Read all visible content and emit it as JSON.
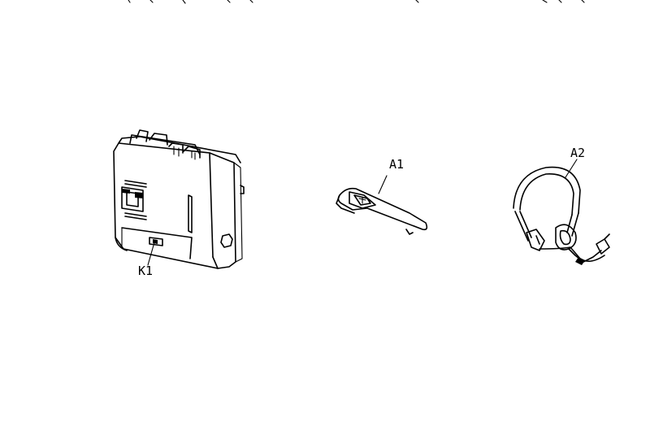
{
  "parts": [
    {
      "id": "cassette-player",
      "label": "K1"
    },
    {
      "id": "belt-clip",
      "label": "A1"
    },
    {
      "id": "headphones",
      "label": "A2"
    }
  ],
  "colors": {
    "line": "#000000",
    "background": "#ffffff"
  }
}
